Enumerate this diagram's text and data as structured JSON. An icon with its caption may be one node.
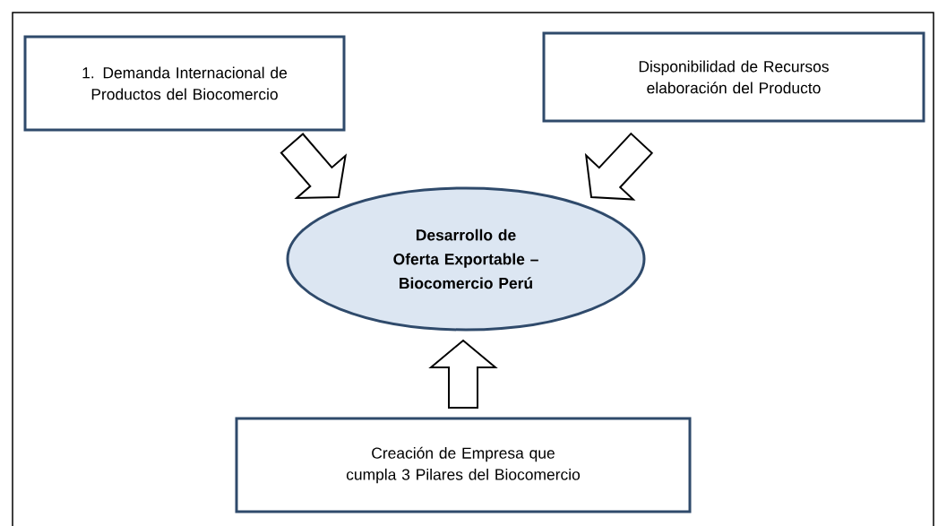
{
  "diagram": {
    "nodes": [
      {
        "text": [
          "1. Demanda Internacional de Productos del Biocomercio"
        ]
      },
      {
        "text": [
          "Disponibilidad de Recursos elaboración del Producto"
        ]
      },
      {
        "text": [
          "Desarrollo de Oferta Exportable – Biocomercio Perú"
        ]
      },
      {
        "text": [
          "Creación de Empresa que cumpla 3 Pilares del Biocomercio"
        ]
      }
    ],
    "edges": [
      {
        "from": 0,
        "to": 2,
        "arrow": "to"
      },
      {
        "from": 1,
        "to": 2,
        "arrow": "to"
      },
      {
        "from": 3,
        "to": 2,
        "arrow": "to"
      }
    ]
  }
}
